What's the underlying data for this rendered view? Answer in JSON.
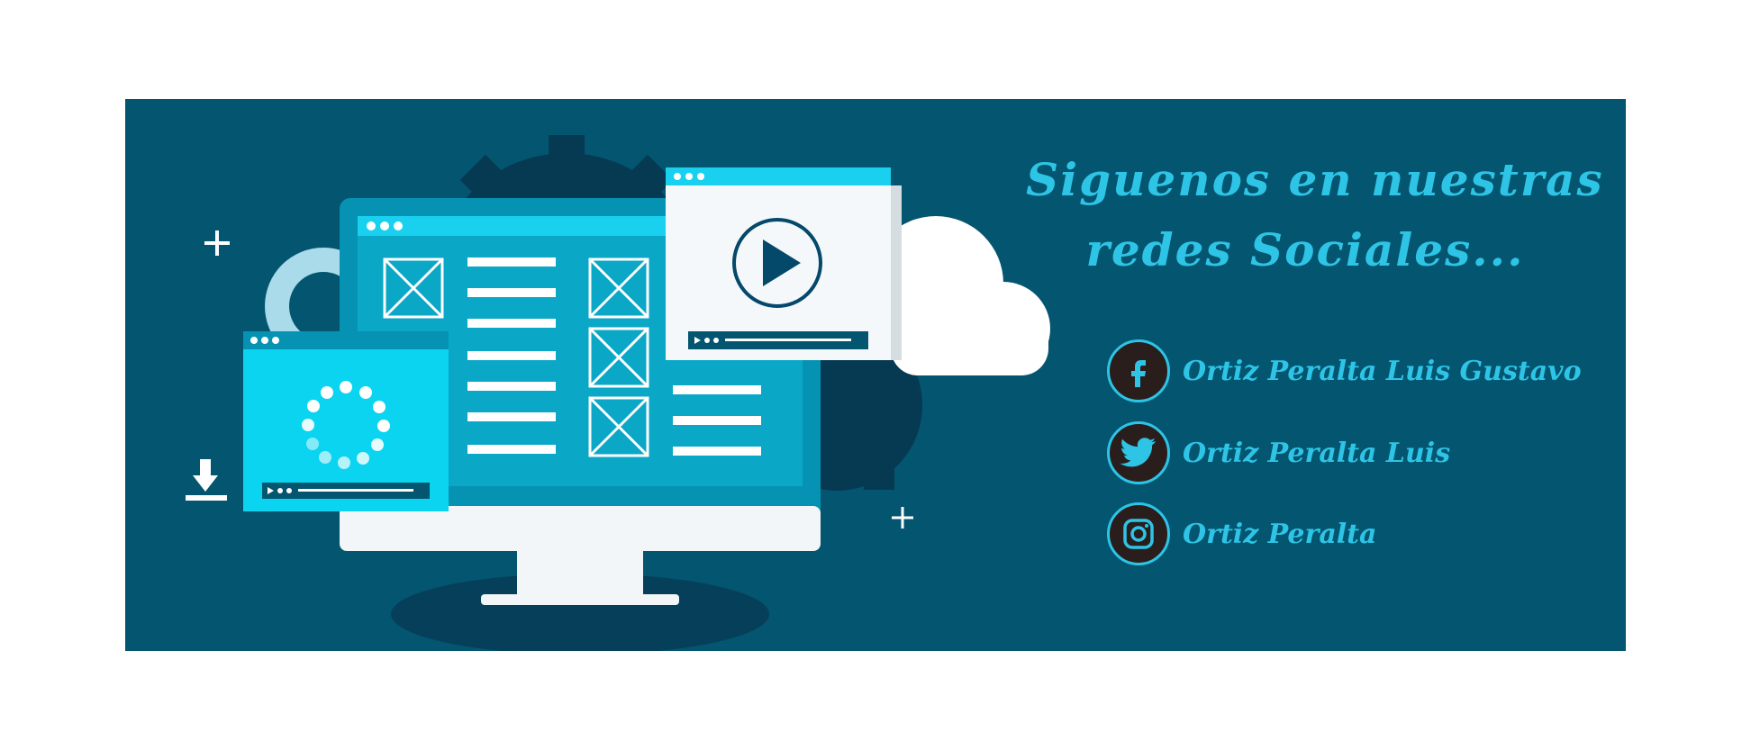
{
  "banner": {
    "headline_line1": "Siguenos en nuestras",
    "headline_line2": "redes Sociales...",
    "colors": {
      "background": "#045570",
      "accent": "#2ec4e6",
      "icon_fill": "#2a1e1c"
    }
  },
  "social": [
    {
      "network": "facebook",
      "icon": "facebook-icon",
      "label": "Ortiz Peralta Luis Gustavo"
    },
    {
      "network": "twitter",
      "icon": "twitter-icon",
      "label": "Ortiz Peralta Luis"
    },
    {
      "network": "instagram",
      "icon": "instagram-icon",
      "label": "Ortiz Peralta"
    }
  ]
}
